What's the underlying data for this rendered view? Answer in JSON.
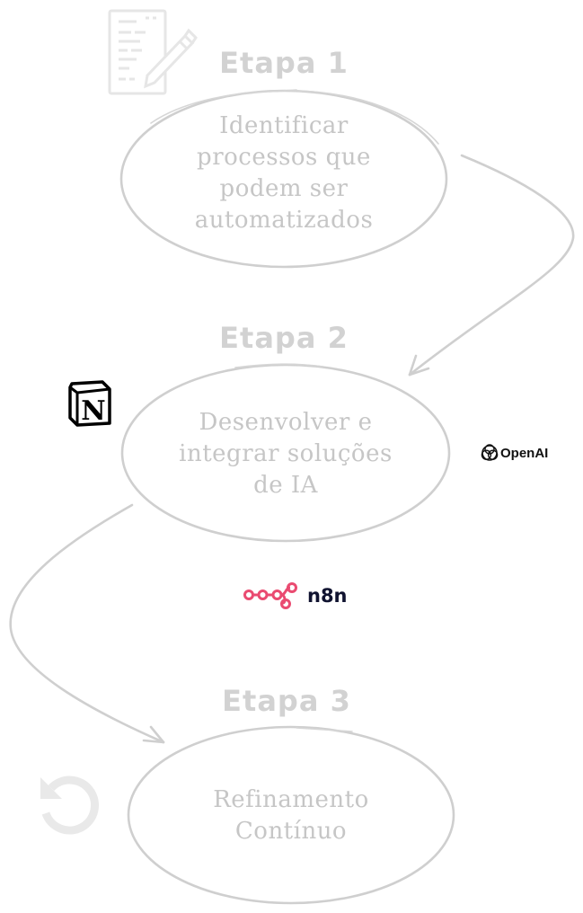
{
  "diagram": {
    "steps": [
      {
        "title": "Etapa 1",
        "lines": [
          "Identificar",
          "processos que",
          "podem ser",
          "automatizados"
        ]
      },
      {
        "title": "Etapa 2",
        "lines": [
          "Desenvolver e",
          "integrar soluções",
          "de IA"
        ]
      },
      {
        "title": "Etapa 3",
        "lines": [
          "Refinamento",
          "Contínuo"
        ]
      }
    ],
    "icons": {
      "document": "document-pen-icon",
      "notion": "notion-logo-icon",
      "openai": "openai-logo-icon",
      "n8n": "n8n-logo-icon",
      "refresh": "refresh-arrow-icon"
    },
    "brands": {
      "notion_letter": "N",
      "openai": "OpenAI",
      "n8n": "n8n"
    },
    "colors": {
      "sketch": "#cfcfcf",
      "text": "#c6c6c6",
      "n8n_accent": "#ea4b71",
      "n8n_text": "#101330"
    }
  }
}
